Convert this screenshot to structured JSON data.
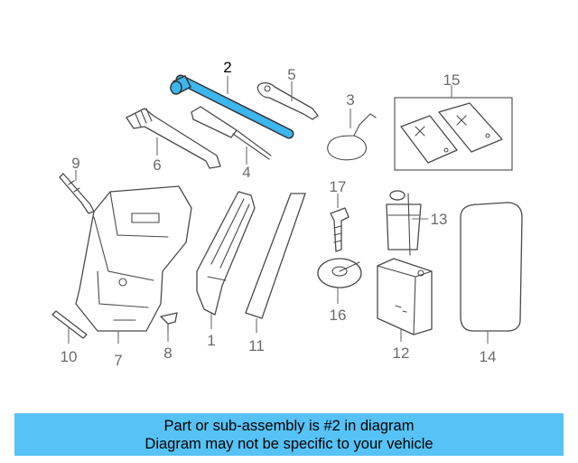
{
  "diagram": {
    "highlighted_part": "2",
    "highlight_color": "#3cb6f0",
    "callouts": {
      "p1": "1",
      "p2": "2",
      "p3": "3",
      "p4": "4",
      "p5": "5",
      "p6": "6",
      "p7": "7",
      "p8": "8",
      "p9": "9",
      "p10": "10",
      "p11": "11",
      "p12": "12",
      "p13": "13",
      "p14": "14",
      "p15": "15",
      "p16": "16",
      "p17": "17"
    }
  },
  "banner": {
    "line1": "Part or sub-assembly is #2 in diagram",
    "line2": "Diagram may not be specific to your vehicle",
    "background": "#56c2f5"
  }
}
